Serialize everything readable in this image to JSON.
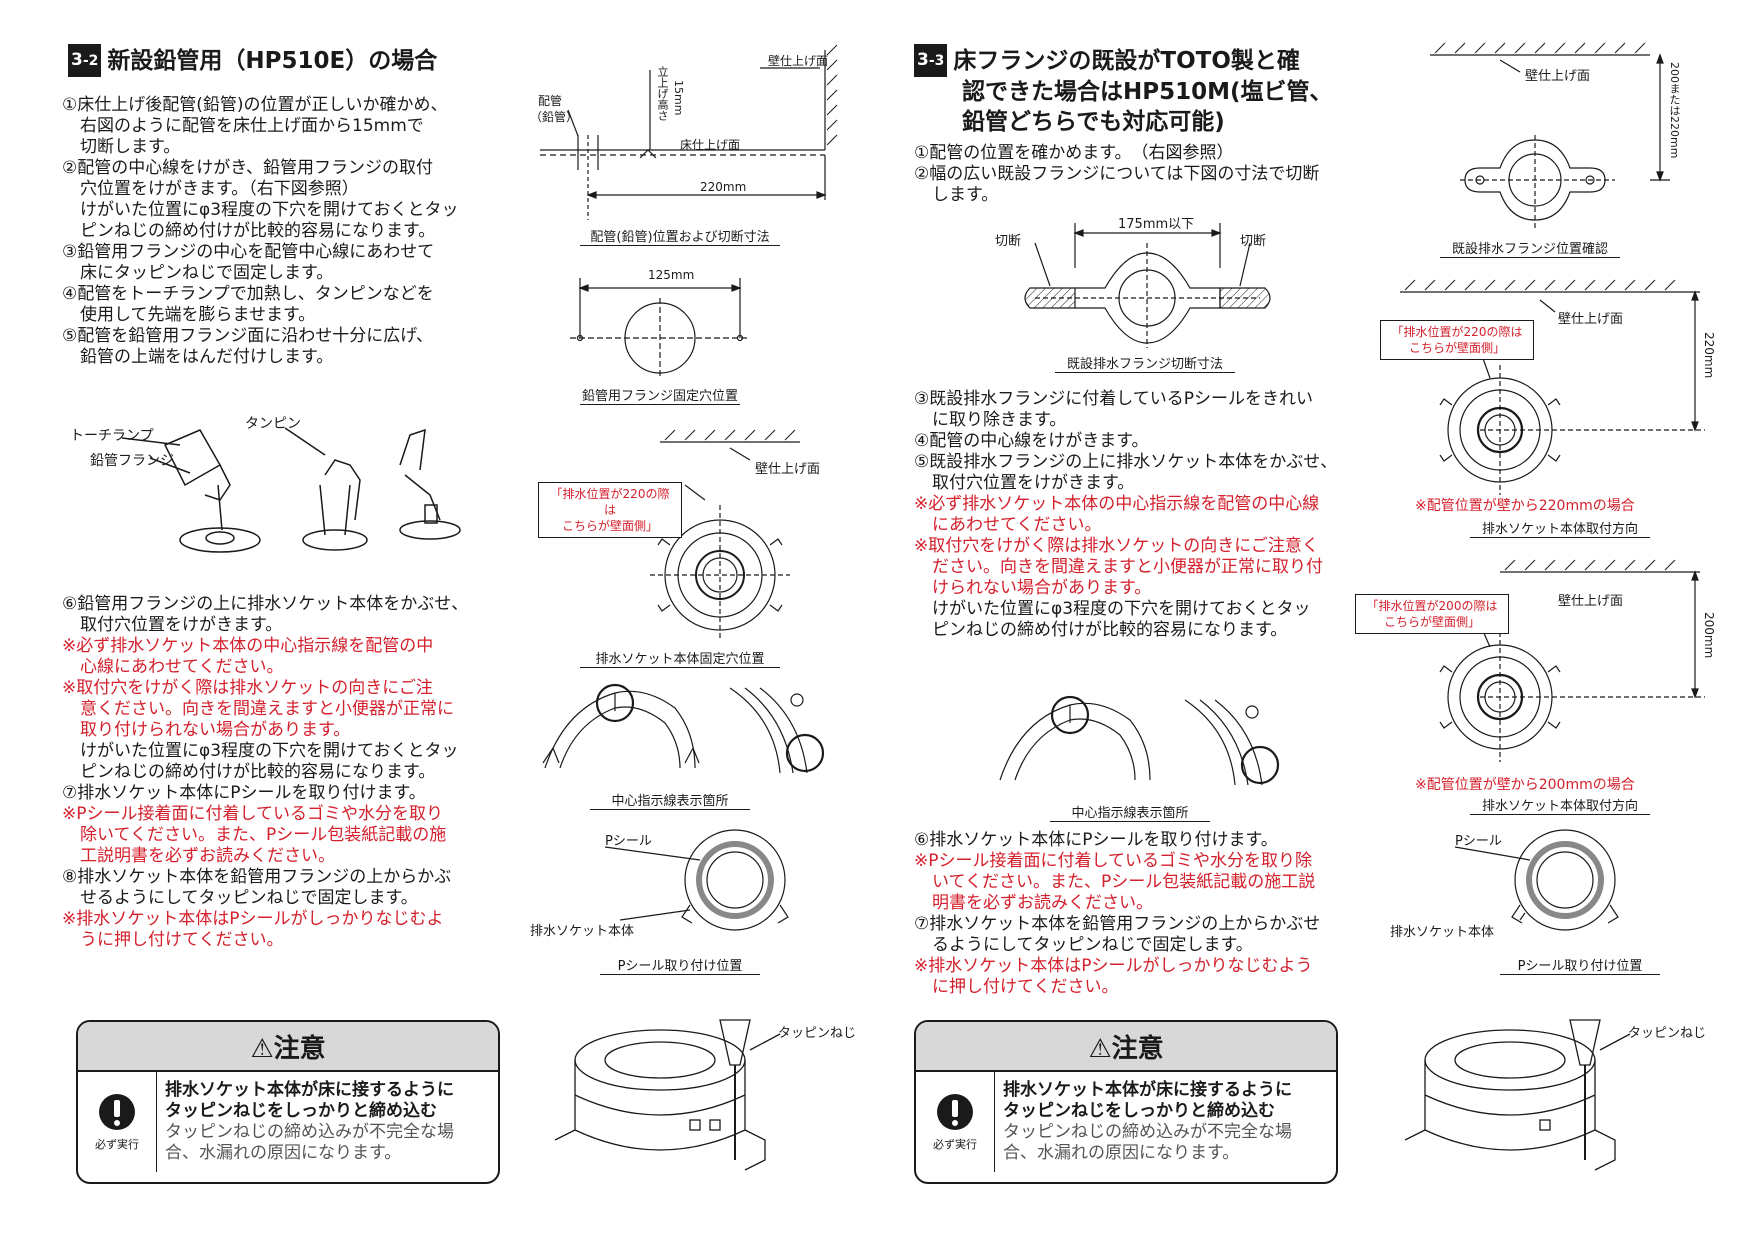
{
  "left": {
    "badge": {
      "num": "3",
      "sub": "-2"
    },
    "title": "新設鉛管用（HP510E）の場合",
    "steps1": [
      "①床仕上げ後配管(鉛管)の位置が正しいか確かめ、",
      "右図のように配管を床仕上げ面から15mmで",
      "切断します。",
      "②配管の中心線をけがき、鉛管用フランジの取付",
      "穴位置をけがきます。（右下図参照）",
      "けがいた位置にφ3程度の下穴を開けておくとタッ",
      "ピンねじの締め付けが比較的容易になります。",
      "③鉛管用フランジの中心を配管中心線にあわせて",
      "床にタッピンねじで固定します。",
      "④配管をトーチランプで加熱し、タンピンなどを",
      "使用して先端を膨らませます。",
      "⑤配管を鉛管用フランジ面に沿わせ十分に広げ、",
      "鉛管の上端をはんだ付けします。"
    ],
    "illus_labels": {
      "torch": "トーチランプ",
      "flange": "鉛管フランジ",
      "tampin": "タンピン"
    },
    "steps2": [
      {
        "t": "⑥鉛管用フランジの上に排水ソケット本体をかぶせ、",
        "red": false,
        "ind": false
      },
      {
        "t": "取付穴位置をけがきます。",
        "red": false,
        "ind": true
      },
      {
        "t": "※必ず排水ソケット本体の中心指示線を配管の中",
        "red": true,
        "ind": false
      },
      {
        "t": "心線にあわせてください。",
        "red": true,
        "ind": true
      },
      {
        "t": "※取付穴をけがく際は排水ソケットの向きにご注",
        "red": true,
        "ind": false
      },
      {
        "t": "意ください。向きを間違えますと小便器が正常に",
        "red": true,
        "ind": true
      },
      {
        "t": "取り付けられない場合があります。",
        "red": true,
        "ind": true
      },
      {
        "t": "けがいた位置にφ3程度の下穴を開けておくとタッ",
        "red": false,
        "ind": true
      },
      {
        "t": "ピンねじの締め付けが比較的容易になります。",
        "red": false,
        "ind": true
      },
      {
        "t": "⑦排水ソケット本体にPシールを取り付けます。",
        "red": false,
        "ind": false
      },
      {
        "t": "※Pシール接着面に付着しているゴミや水分を取り",
        "red": true,
        "ind": false
      },
      {
        "t": "除いてください。また、Pシール包装紙記載の施",
        "red": true,
        "ind": true
      },
      {
        "t": "工説明書を必ずお読みください。",
        "red": true,
        "ind": true
      },
      {
        "t": "⑧排水ソケット本体を鉛管用フランジの上からかぶ",
        "red": false,
        "ind": false
      },
      {
        "t": "せるようにしてタッピンねじで固定します。",
        "red": false,
        "ind": true
      },
      {
        "t": "※排水ソケット本体はPシールがしっかりなじむよ",
        "red": true,
        "ind": false
      },
      {
        "t": "うに押し付けてください。",
        "red": true,
        "ind": true
      }
    ],
    "caution": {
      "title": "⚠注意",
      "must": "必ず実行",
      "bold1": "排水ソケット本体が床に接するように",
      "bold2": "タッピンねじをしっかりと締め込む",
      "normal1": "タッピンねじの締め込みが不完全な場",
      "normal2": "合、水漏れの原因になります。"
    }
  },
  "mid_left": {
    "fig1": {
      "wall": "壁仕上げ面",
      "pipe": "配管",
      "pipe2": "（鉛管）",
      "height": "立上げ高さ",
      "h15": "15mm",
      "floor": "床仕上げ面",
      "dim": "220mm",
      "caption": "配管(鉛管)位置および切断寸法"
    },
    "fig2": {
      "dim": "125mm",
      "caption": "鉛管用フランジ固定穴位置"
    },
    "fig3": {
      "wall": "壁仕上げ面",
      "note1": "「排水位置が220の際は",
      "note2": "こちらが壁面側」",
      "caption": "排水ソケット本体固定穴位置"
    },
    "fig4": {
      "caption": "中心指示線表示箇所"
    },
    "fig5": {
      "pseal": "Pシール",
      "body": "排水ソケット本体",
      "caption": "Pシール取り付け位置"
    },
    "fig6": {
      "screw": "タッピンねじ"
    }
  },
  "right": {
    "badge": {
      "num": "3",
      "sub": "-3"
    },
    "title_lines": [
      "床フランジの既設がTOTO製と確",
      "認できた場合はHP510M(塩ビ管、",
      "鉛管どちらでも対応可能)"
    ],
    "steps1": [
      {
        "t": "①配管の位置を確かめます。　（右図参照）",
        "red": false,
        "ind": false
      },
      {
        "t": "②幅の広い既設フランジについては下図の寸法で切断",
        "red": false,
        "ind": false
      },
      {
        "t": "します。",
        "red": false,
        "ind": true
      }
    ],
    "cut_fig": {
      "dim": "175mm以下",
      "cut": "切断",
      "caption": "既設排水フランジ切断寸法"
    },
    "steps2": [
      {
        "t": "③既設排水フランジに付着しているPシールをきれい",
        "red": false,
        "ind": false
      },
      {
        "t": "に取り除きます。",
        "red": false,
        "ind": true
      },
      {
        "t": "④配管の中心線をけがきます。",
        "red": false,
        "ind": false
      },
      {
        "t": "⑤既設排水フランジの上に排水ソケット本体をかぶせ、",
        "red": false,
        "ind": false
      },
      {
        "t": "取付穴位置をけがきます。",
        "red": false,
        "ind": true
      },
      {
        "t": "※必ず排水ソケット本体の中心指示線を配管の中心線",
        "red": true,
        "ind": false
      },
      {
        "t": "にあわせてください。",
        "red": true,
        "ind": true
      },
      {
        "t": "※取付穴をけがく際は排水ソケットの向きにご注意く",
        "red": true,
        "ind": false
      },
      {
        "t": "ださい。向きを間違えますと小便器が正常に取り付",
        "red": true,
        "ind": true
      },
      {
        "t": "けられない場合があります。",
        "red": true,
        "ind": true
      },
      {
        "t": "けがいた位置にφ3程度の下穴を開けておくとタッ",
        "red": false,
        "ind": true
      },
      {
        "t": "ピンねじの締め付けが比較的容易になります。",
        "red": false,
        "ind": true
      }
    ],
    "center_caption": "中心指示線表示箇所",
    "steps3": [
      {
        "t": "⑥排水ソケット本体にPシールを取り付けます。",
        "red": false,
        "ind": false
      },
      {
        "t": "※Pシール接着面に付着しているゴミや水分を取り除",
        "red": true,
        "ind": false
      },
      {
        "t": "いてください。また、Pシール包装紙記載の施工説",
        "red": true,
        "ind": true
      },
      {
        "t": "明書を必ずお読みください。",
        "red": true,
        "ind": true
      },
      {
        "t": "⑦排水ソケット本体を鉛管用フランジの上からかぶせ",
        "red": false,
        "ind": false
      },
      {
        "t": "るようにしてタッピンねじで固定します。",
        "red": false,
        "ind": true
      },
      {
        "t": "※排水ソケット本体はPシールがしっかりなじむよう",
        "red": true,
        "ind": false
      },
      {
        "t": "に押し付けてください。",
        "red": true,
        "ind": true
      }
    ],
    "caution": {
      "title": "⚠注意",
      "must": "必ず実行",
      "bold1": "排水ソケット本体が床に接するように",
      "bold2": "タッピンねじをしっかりと締め込む",
      "normal1": "タッピンねじの締め込みが不完全な場",
      "normal2": "合、水漏れの原因になります。"
    }
  },
  "far_right": {
    "fig1": {
      "wall": "壁仕上げ面",
      "dim": "200または220mm",
      "caption": "既設排水フランジ位置確認"
    },
    "fig2": {
      "wall": "壁仕上げ面",
      "note1": "「排水位置が220の際は",
      "note2": "こちらが壁面側」",
      "dim": "220mm",
      "red": "※配管位置が壁から220mmの場合",
      "caption": "排水ソケット本体取付方向"
    },
    "fig3": {
      "wall": "壁仕上げ面",
      "note1": "「排水位置が200の際は",
      "note2": "こちらが壁面側」",
      "dim": "200mm",
      "red": "※配管位置が壁から200mmの場合",
      "caption": "排水ソケット本体取付方向"
    },
    "fig4": {
      "pseal": "Pシール",
      "body": "排水ソケット本体",
      "caption": "Pシール取り付け位置"
    },
    "fig5": {
      "screw": "タッピンねじ"
    }
  },
  "colors": {
    "red": "#d4202c",
    "ink": "#1a1a1a",
    "caution_head": "#d8d8d8"
  }
}
